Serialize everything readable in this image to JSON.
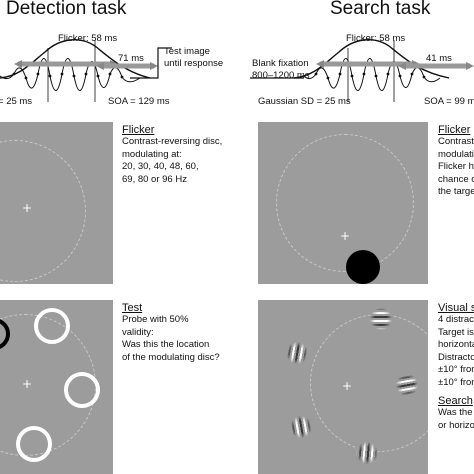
{
  "detection": {
    "title": "Detection task",
    "timeline": {
      "flicker_label": "Flicker: 58 ms",
      "interval_label": "71 ms",
      "test_label_1": "Test image",
      "test_label_2": "until response",
      "sd_label": "25 ms",
      "soa_label": "SOA = 129 ms"
    },
    "flicker_caption": {
      "title": "Flicker",
      "lines": [
        "Contrast-reversing disc,",
        "modulating at:",
        "20, 30, 40, 48, 60,",
        "69, 80 or 96 Hz"
      ]
    },
    "test_caption": {
      "title": "Test",
      "lines": [
        "Probe with 50%",
        "validity:",
        "Was this the location",
        "of the modulating disc?"
      ]
    }
  },
  "search": {
    "title": "Search task",
    "timeline": {
      "blank_label_1": "Blank fixation",
      "blank_label_2": "800–1200 ms",
      "flicker_label": "Flicker: 58 ms",
      "interval_label": "41 ms",
      "sd_label": "Gaussian SD = 25 ms",
      "soa_label": "SOA = 99 m"
    },
    "flicker_caption": {
      "title": "Flicker",
      "lines": [
        "Contrast-",
        "modulati",
        "",
        "Flicker ha",
        "chance o",
        "the targe"
      ]
    },
    "visual_caption": {
      "title": "Visual s",
      "lines": [
        "4 distrac",
        "Target is",
        "horizonta",
        "Distractor",
        "±10° fron",
        "±10° fron"
      ]
    },
    "search_caption": {
      "title": "Search",
      "lines": [
        "Was the",
        "or horizo"
      ]
    }
  },
  "fixation_symbol": "+",
  "colors": {
    "panel": "#9c9c9c",
    "probe": "#ffffff",
    "target_disc": "#000000"
  }
}
